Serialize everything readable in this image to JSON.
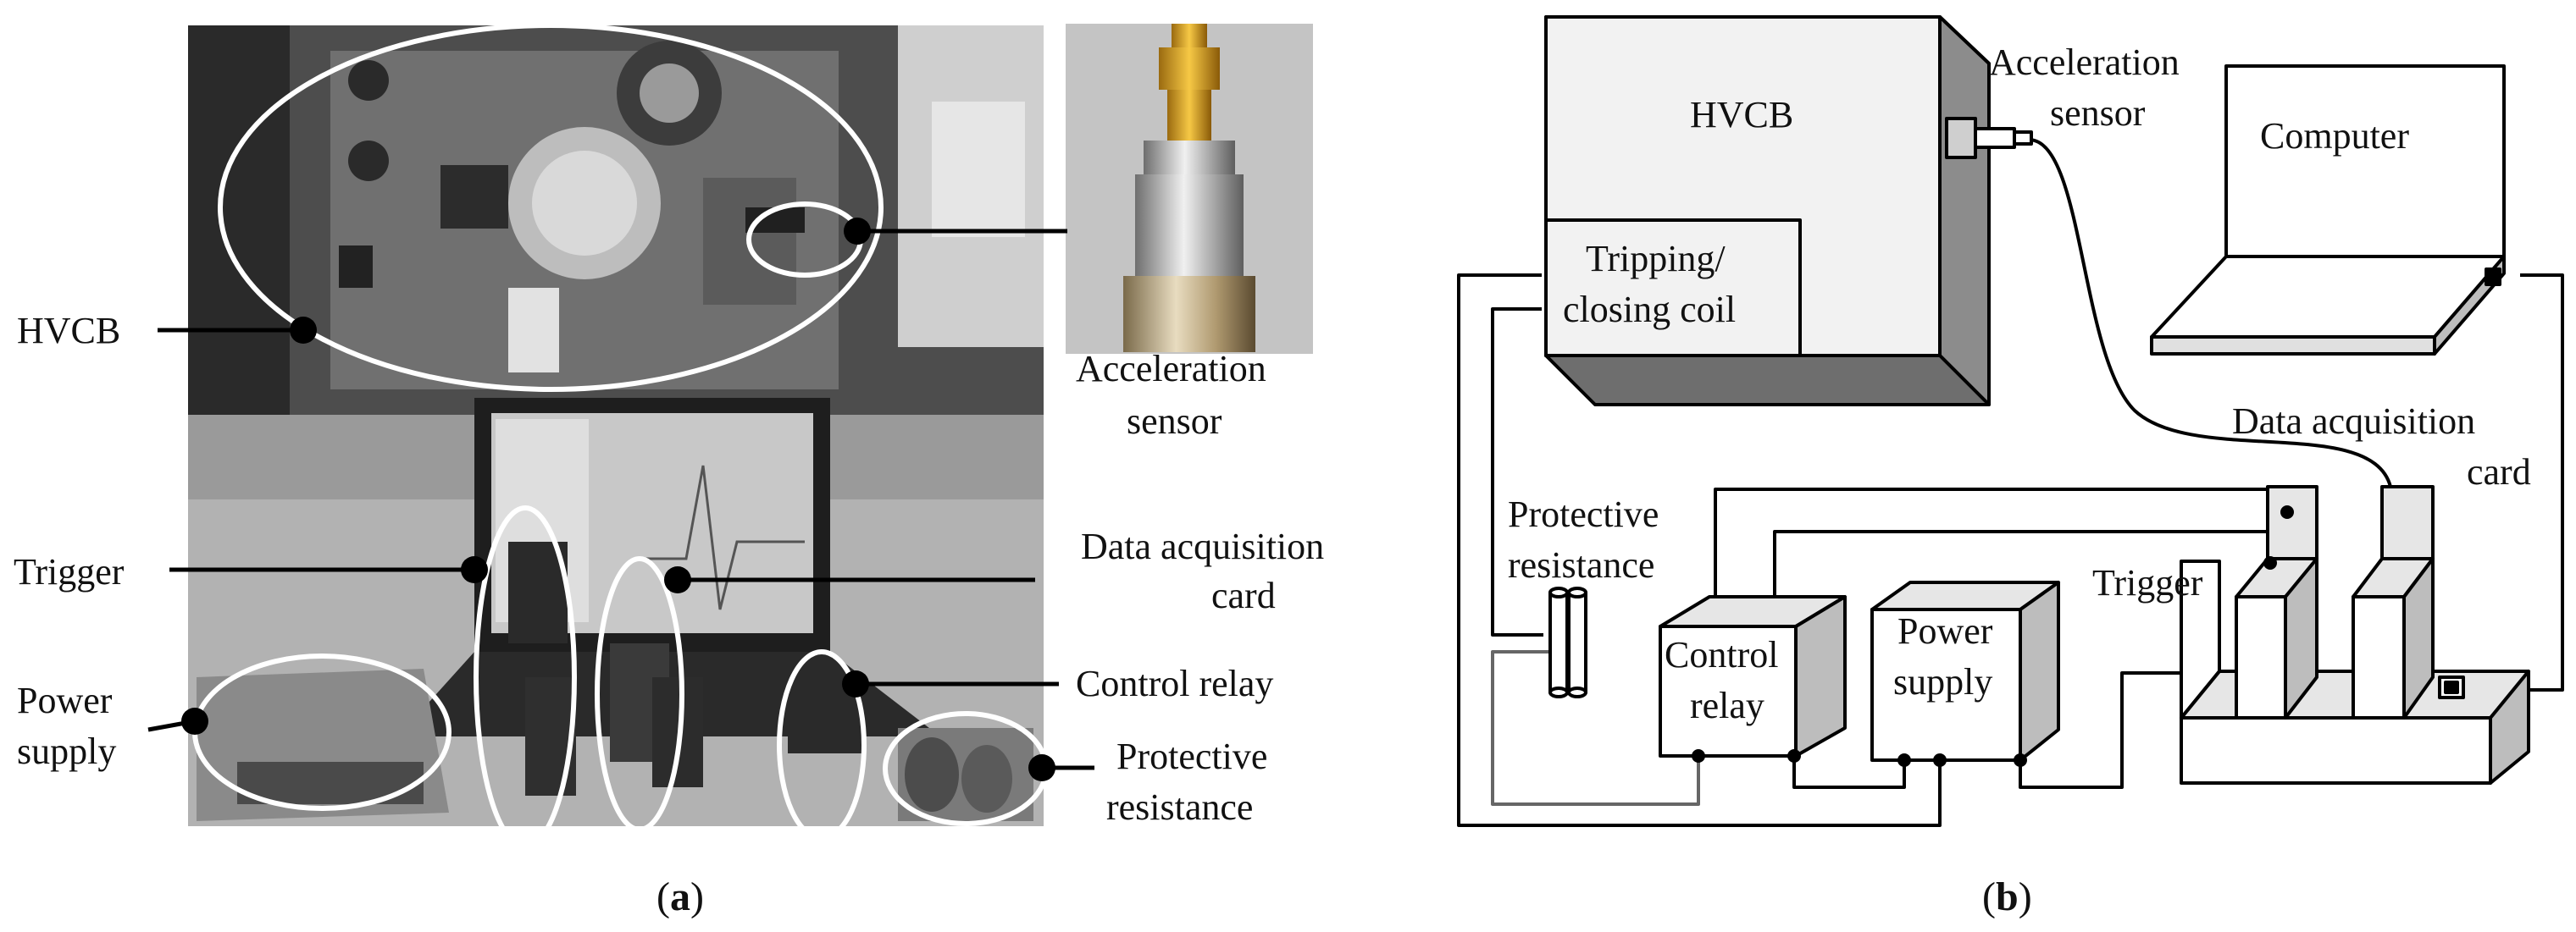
{
  "panel_a": {
    "caption_open": "(",
    "caption_letter": "a",
    "caption_close": ")",
    "labels": {
      "hvcb": "HVCB",
      "trigger": "Trigger",
      "power_supply_1": "Power",
      "power_supply_2": "supply",
      "acceleration_sensor_1": "Acceleration",
      "acceleration_sensor_2": "sensor",
      "daq_card_1": "Data acquisition",
      "daq_card_2": "card",
      "control_relay": "Control relay",
      "protective_resistance_1": "Protective",
      "protective_resistance_2": "resistance"
    }
  },
  "panel_b": {
    "caption_open": "(",
    "caption_letter": "b",
    "caption_close": ")",
    "labels": {
      "hvcb": "HVCB",
      "coil_1": "Tripping/",
      "coil_2": "closing coil",
      "acceleration_sensor_1": "Acceleration",
      "acceleration_sensor_2": "sensor",
      "computer": "Computer",
      "daq_card_1": "Data acquisition",
      "daq_card_2": "card",
      "protective_resistance_1": "Protective",
      "protective_resistance_2": "resistance",
      "trigger": "Trigger",
      "control_relay_1": "Control",
      "control_relay_2": "relay",
      "power_supply_1": "Power",
      "power_supply_2": "supply"
    }
  },
  "colors": {
    "photo_dark": "#3a3a3a",
    "photo_mid": "#8a8a8a",
    "photo_light": "#d4d4d4",
    "box_face": "#f2f2f2",
    "box_side": "#8c8c8c",
    "box_top": "#dcdcdc",
    "line": "#000000"
  }
}
